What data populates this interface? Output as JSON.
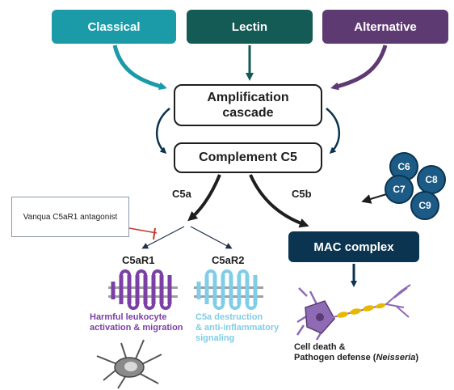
{
  "pathways": {
    "classical": "Classical",
    "lectin": "Lectin",
    "alternative": "Alternative"
  },
  "amplification": {
    "line1": "Amplification",
    "line2": "cascade"
  },
  "complement_c5": "Complement C5",
  "c5a": "C5a",
  "c5b": "C5b",
  "antagonist": "Vanqua C5aR1 antagonist",
  "receptors": {
    "c5ar1": "C5aR1",
    "c5ar2": "C5aR2"
  },
  "c5ar1_effect": {
    "line1": "Harmful leukocyte",
    "line2": "activation & migration"
  },
  "c5ar2_effect": {
    "line1": "C5a destruction",
    "line2": "& anti-inflammatory",
    "line3": "signaling"
  },
  "mac_complex": "MAC complex",
  "complement_proteins": [
    "C6",
    "C7",
    "C8",
    "C9"
  ],
  "outcome": {
    "line1": "Cell death &",
    "line2_prefix": "Pathogen defense (",
    "line2_italic": "Neisseria",
    "line2_suffix": ")"
  },
  "colors": {
    "classical": "#1b9aa7",
    "lectin": "#145a55",
    "alternative": "#5e3a73",
    "mac": "#0b3450",
    "c5ar1": "#7b3fa6",
    "c5ar2": "#7fcde8",
    "inhibitor": "#c0392b",
    "protein_ball": "#1c5b86"
  }
}
